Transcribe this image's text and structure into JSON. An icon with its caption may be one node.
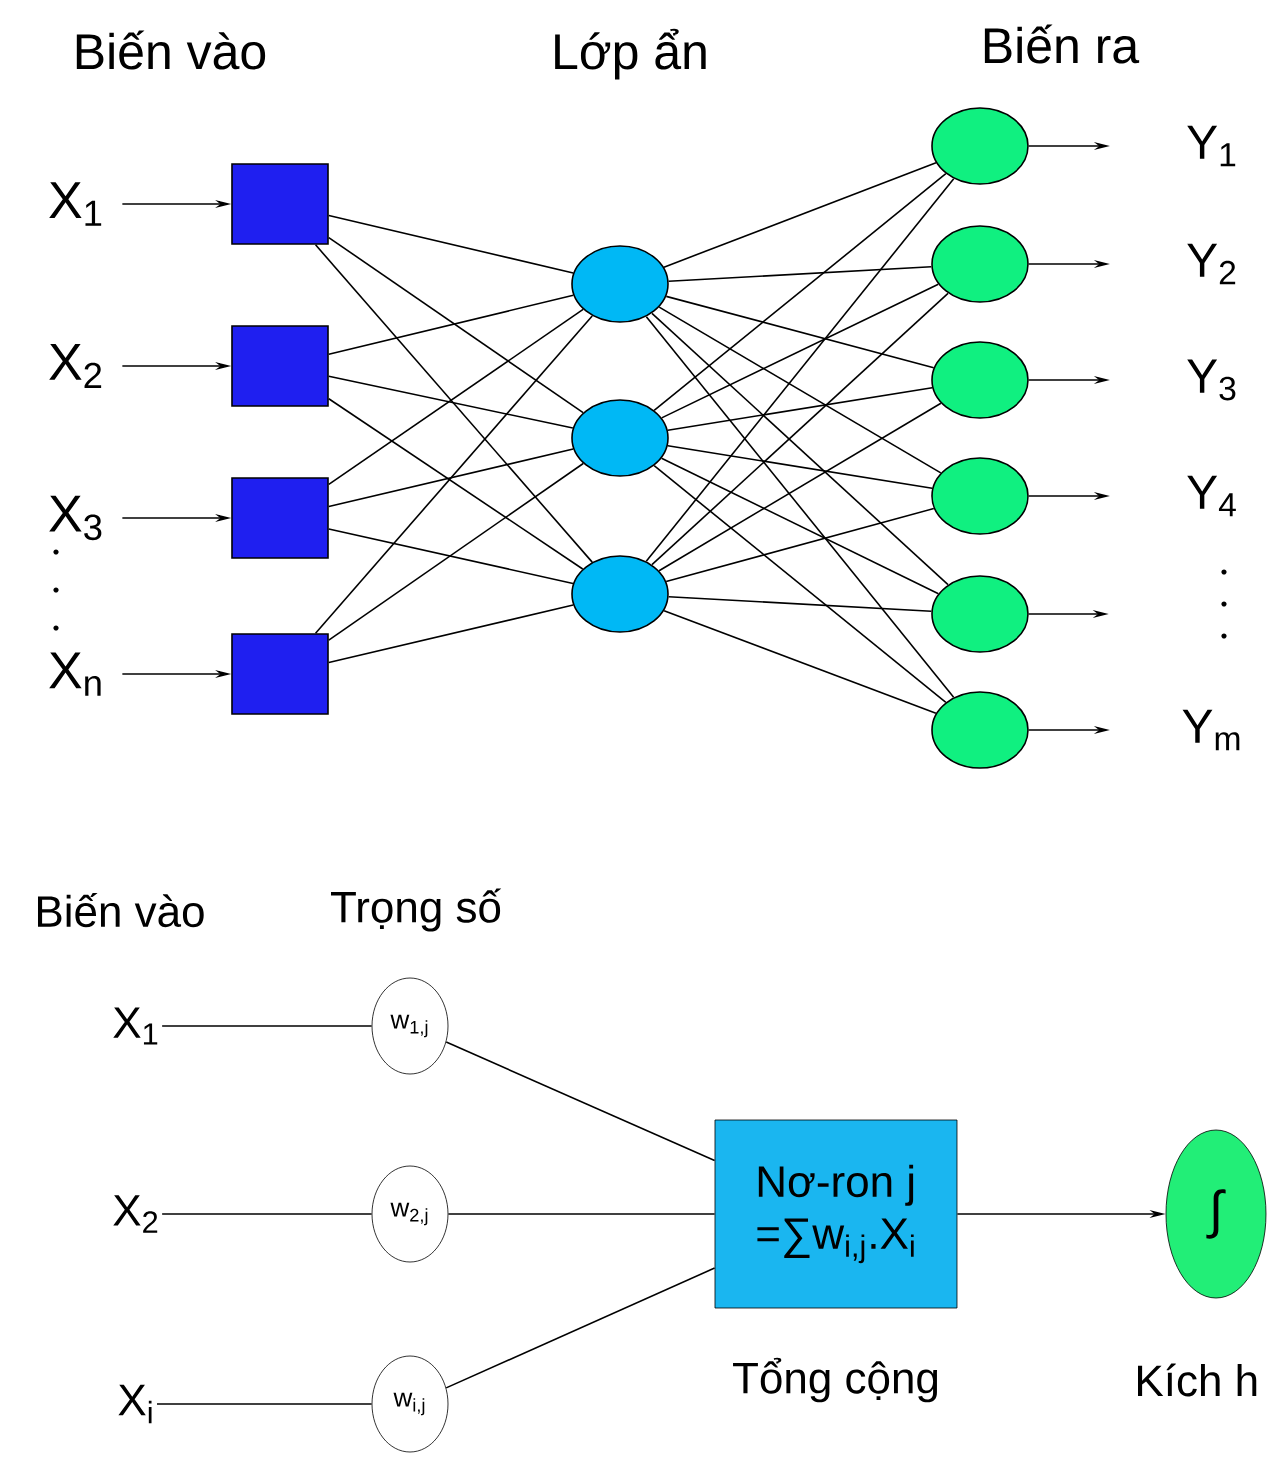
{
  "diagram": {
    "nodes": [
      {
        "text": [
          "X$_{1}$"
        ]
      },
      {
        "text": [
          "X$_{2}$"
        ]
      },
      {
        "text": [
          "X$_{3}$"
        ]
      },
      {
        "text": [
          "X$_{n}$"
        ]
      },
      {
        "text": [],
        "shape": "box"
      },
      {
        "text": [],
        "shape": "box"
      },
      {
        "text": [],
        "shape": "box"
      },
      {
        "text": [],
        "shape": "box"
      },
      {
        "text": [],
        "shape": "circle"
      },
      {
        "text": [],
        "shape": "circle"
      },
      {
        "text": [],
        "shape": "circle"
      },
      {
        "text": [],
        "shape": "circle"
      },
      {
        "text": [],
        "shape": "circle"
      },
      {
        "text": [],
        "shape": "circle"
      },
      {
        "text": [],
        "shape": "circle"
      },
      {
        "text": [],
        "shape": "circle"
      },
      {
        "text": [],
        "shape": "circle"
      },
      {
        "text": [
          "Y$_{1}$"
        ]
      },
      {
        "text": [
          "Y$_{2}$"
        ]
      },
      {
        "text": [
          "Y$_{3}$"
        ]
      },
      {
        "text": [
          "Y$_{4}$"
        ]
      },
      {
        "text": [
          "Y$_{m}$"
        ]
      },
      {
        "text": [
          "X$_{1}$"
        ]
      },
      {
        "text": [
          "X$_{2}$"
        ]
      },
      {
        "text": [
          "X$_{i}$"
        ]
      },
      {
        "text": [
          "w$_{1,j}$"
        ]
      },
      {
        "text": [
          "w$_{2,j}$"
        ]
      },
      {
        "text": [
          "w$_{i,j}$"
        ]
      },
      {
        "text": [
          "Nơ-ron j",
          "=∑w$_{i,j}$.X$_{i}$"
        ],
        "beside": [
          "Tổng cộng"
        ]
      },
      {
        "text": [
          "∫"
        ],
        "beside": [
          "Kích h"
        ]
      }
    ],
    "edges": [
      {
        "from": 0,
        "to": 4,
        "arrow": "to"
      },
      {
        "from": 1,
        "to": 5,
        "arrow": "to"
      },
      {
        "from": 2,
        "to": 6,
        "arrow": "to"
      },
      {
        "from": 3,
        "to": 7,
        "arrow": "to"
      },
      {
        "from": 4,
        "to": 8,
        "arrow": "none"
      },
      {
        "from": 4,
        "to": 9,
        "arrow": "none"
      },
      {
        "from": 4,
        "to": 10,
        "arrow": "none"
      },
      {
        "from": 5,
        "to": 8,
        "arrow": "none"
      },
      {
        "from": 5,
        "to": 9,
        "arrow": "none"
      },
      {
        "from": 5,
        "to": 10,
        "arrow": "none"
      },
      {
        "from": 6,
        "to": 8,
        "arrow": "none"
      },
      {
        "from": 6,
        "to": 9,
        "arrow": "none"
      },
      {
        "from": 6,
        "to": 10,
        "arrow": "none"
      },
      {
        "from": 7,
        "to": 8,
        "arrow": "none"
      },
      {
        "from": 7,
        "to": 9,
        "arrow": "none"
      },
      {
        "from": 7,
        "to": 10,
        "arrow": "none"
      },
      {
        "from": 8,
        "to": 11,
        "arrow": "none"
      },
      {
        "from": 8,
        "to": 12,
        "arrow": "none"
      },
      {
        "from": 8,
        "to": 13,
        "arrow": "none"
      },
      {
        "from": 8,
        "to": 14,
        "arrow": "none"
      },
      {
        "from": 8,
        "to": 15,
        "arrow": "none"
      },
      {
        "from": 8,
        "to": 16,
        "arrow": "none"
      },
      {
        "from": 9,
        "to": 11,
        "arrow": "none"
      },
      {
        "from": 9,
        "to": 12,
        "arrow": "none"
      },
      {
        "from": 9,
        "to": 13,
        "arrow": "none"
      },
      {
        "from": 9,
        "to": 14,
        "arrow": "none"
      },
      {
        "from": 9,
        "to": 15,
        "arrow": "none"
      },
      {
        "from": 9,
        "to": 16,
        "arrow": "none"
      },
      {
        "from": 10,
        "to": 11,
        "arrow": "none"
      },
      {
        "from": 10,
        "to": 12,
        "arrow": "none"
      },
      {
        "from": 10,
        "to": 13,
        "arrow": "none"
      },
      {
        "from": 10,
        "to": 14,
        "arrow": "none"
      },
      {
        "from": 10,
        "to": 15,
        "arrow": "none"
      },
      {
        "from": 10,
        "to": 16,
        "arrow": "none"
      },
      {
        "from": 11,
        "to": 17,
        "arrow": "to"
      },
      {
        "from": 12,
        "to": 18,
        "arrow": "to"
      },
      {
        "from": 13,
        "to": 19,
        "arrow": "to"
      },
      {
        "from": 14,
        "to": 20,
        "arrow": "to"
      },
      {
        "from": 15,
        "to": null,
        "arrow": "to"
      },
      {
        "from": 16,
        "to": 21,
        "arrow": "to"
      },
      {
        "from": 22,
        "to": 25,
        "arrow": "none"
      },
      {
        "from": 23,
        "to": 26,
        "arrow": "none"
      },
      {
        "from": 24,
        "to": 27,
        "arrow": "none"
      },
      {
        "from": 25,
        "to": 28,
        "arrow": "none"
      },
      {
        "from": 26,
        "to": 28,
        "arrow": "none"
      },
      {
        "from": 27,
        "to": 28,
        "arrow": "none"
      },
      {
        "from": 28,
        "to": 29,
        "arrow": "to"
      }
    ],
    "labels": [
      "Biến vào",
      "Lớp ẩn",
      "Biến ra",
      "Biến vào",
      "Trọng số"
    ]
  }
}
